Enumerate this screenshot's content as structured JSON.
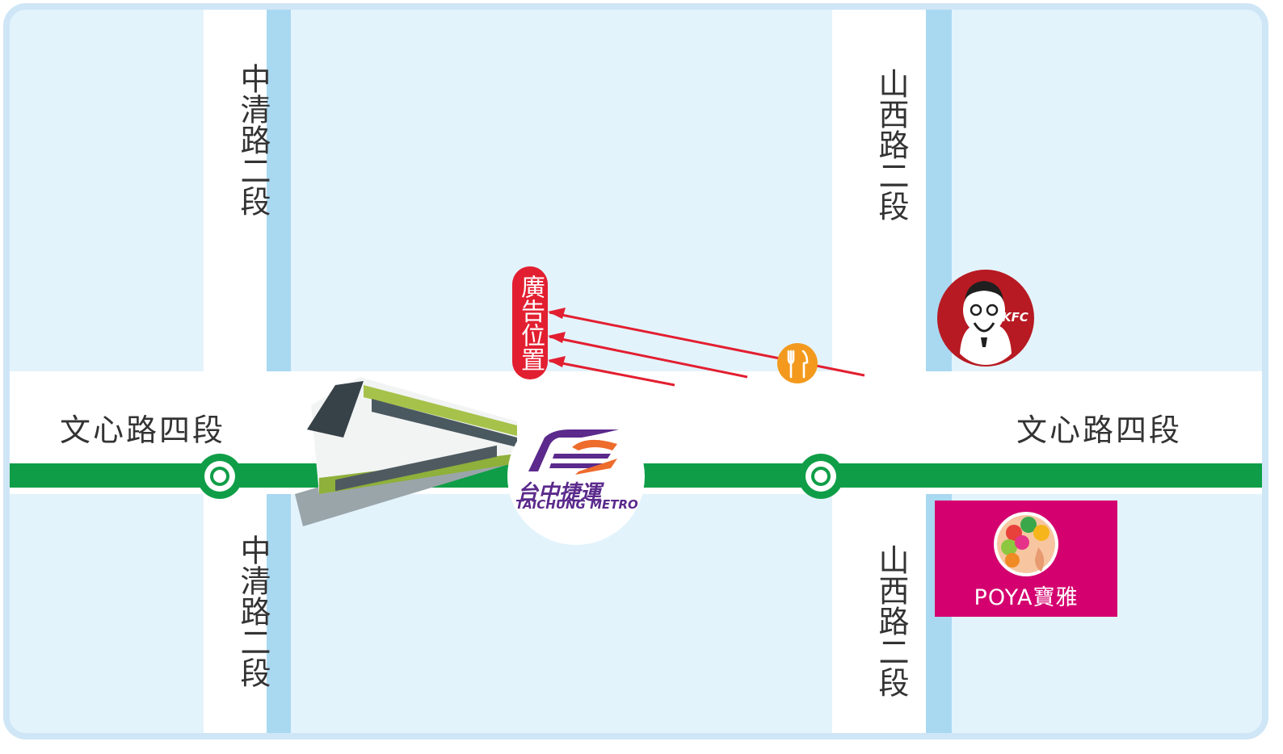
{
  "roads": {
    "left_vertical_top": "中清路二段",
    "left_vertical_bottom": "中清路二段",
    "right_vertical_top": "山西路二段",
    "right_vertical_bottom": "山西路二段",
    "horizontal_left": "文心路四段",
    "horizontal_right": "文心路四段"
  },
  "ad_badge": "廣告位置",
  "metro": {
    "name_zh": "台中捷運",
    "name_en": "TAICHUNG METRO",
    "line_color": "#0f9e47"
  },
  "landmarks": {
    "kfc_text": "KFC",
    "poya_text": "POYA寶雅"
  },
  "icons": [
    "restaurant-icon",
    "metro-station-icon",
    "kfc-logo-icon",
    "poya-logo-icon",
    "train-image"
  ],
  "colors": {
    "road_edge": "#a9d8f1",
    "badge": "#e21f30",
    "food_icon": "#f39a1e",
    "poya": "#d4006f",
    "metro_logo": "#5b2a8c"
  }
}
